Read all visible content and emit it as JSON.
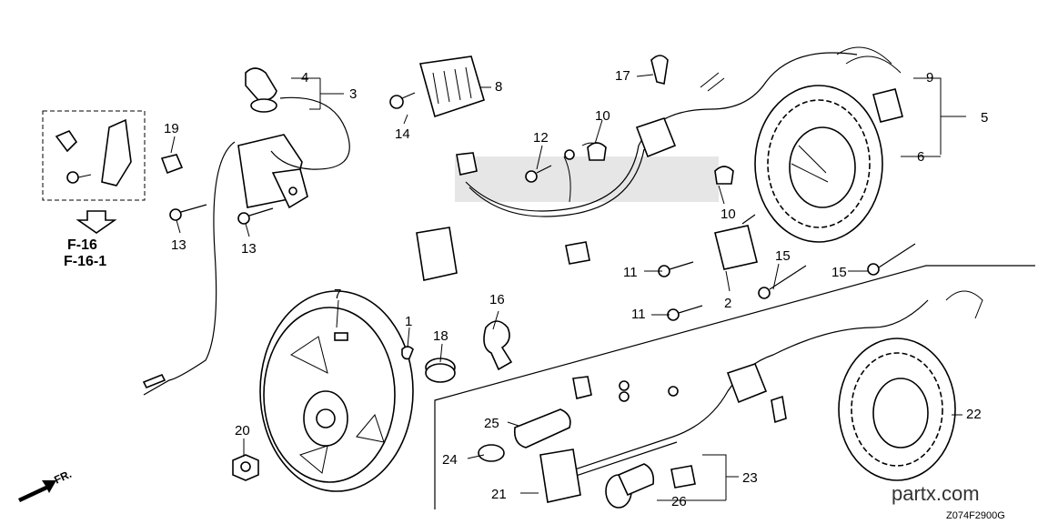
{
  "callouts": {
    "c1": "1",
    "c2": "2",
    "c3": "3",
    "c4": "4",
    "c5": "5",
    "c6": "6",
    "c7": "7",
    "c8": "8",
    "c9": "9",
    "c10a": "10",
    "c10b": "10",
    "c11a": "11",
    "c11b": "11",
    "c12": "12",
    "c13a": "13",
    "c13b": "13",
    "c14": "14",
    "c15a": "15",
    "c15b": "15",
    "c16": "16",
    "c17": "17",
    "c18": "18",
    "c19": "19",
    "c20": "20",
    "c21": "21",
    "c22": "22",
    "c23": "23",
    "c24": "24",
    "c25": "25",
    "c26": "26"
  },
  "references": {
    "ref1": "F-16",
    "ref2": "F-16-1"
  },
  "direction_label": "FR.",
  "watermark": "partx.com",
  "diagram_code": "Z074F2900G"
}
